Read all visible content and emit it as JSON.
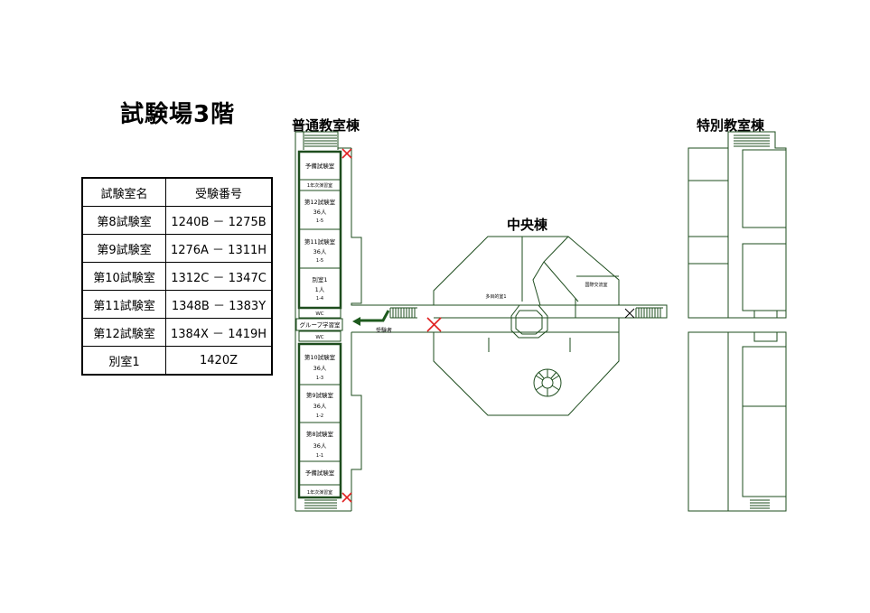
{
  "page_title": "試験場3階",
  "buildings": {
    "regular": "普通教室棟",
    "central": "中央棟",
    "special": "特別教室棟"
  },
  "exam_table": {
    "headers": [
      "試験室名",
      "受験番号"
    ],
    "rows": [
      {
        "room": "第8試験室",
        "numbers": "1240B － 1275B"
      },
      {
        "room": "第9試験室",
        "numbers": "1276A － 1311H"
      },
      {
        "room": "第10試験室",
        "numbers": "1312C － 1347C"
      },
      {
        "room": "第11試験室",
        "numbers": "1348B － 1383Y"
      },
      {
        "room": "第12試験室",
        "numbers": "1384X － 1419H"
      },
      {
        "room": "別室1",
        "numbers": "1420Z"
      }
    ]
  },
  "map_labels": {
    "reserve_top": "予備試験室",
    "study_top": "1年次演習室",
    "r12_name": "第12試験室",
    "r12_cap": "36人",
    "r12_code": "1-5",
    "r11_name": "第11試験室",
    "r11_cap": "36人",
    "r11_code": "1-5",
    "sep_name": "別室1",
    "sep_cap": "1人",
    "sep_code": "1-4",
    "wc1": "WC",
    "group": "グループ学習室",
    "wc2": "WC",
    "r10_name": "第10試験室",
    "r10_cap": "36人",
    "r10_code": "1-3",
    "r9_name": "第9試験室",
    "r9_cap": "36人",
    "r9_code": "1-2",
    "r8_name": "第8試験室",
    "r8_cap": "36人",
    "r8_code": "1-1",
    "reserve_bottom": "予備試験室",
    "study_bottom": "1年次演習室",
    "reception": "受験者",
    "multipurpose": "多目的室1",
    "intl": "国際交流室"
  },
  "colors": {
    "room_outline": "#1e4d1e",
    "plan_line": "#1e4d1e",
    "arrow": "#1e5a1e",
    "closed_mark": "#e02020"
  }
}
